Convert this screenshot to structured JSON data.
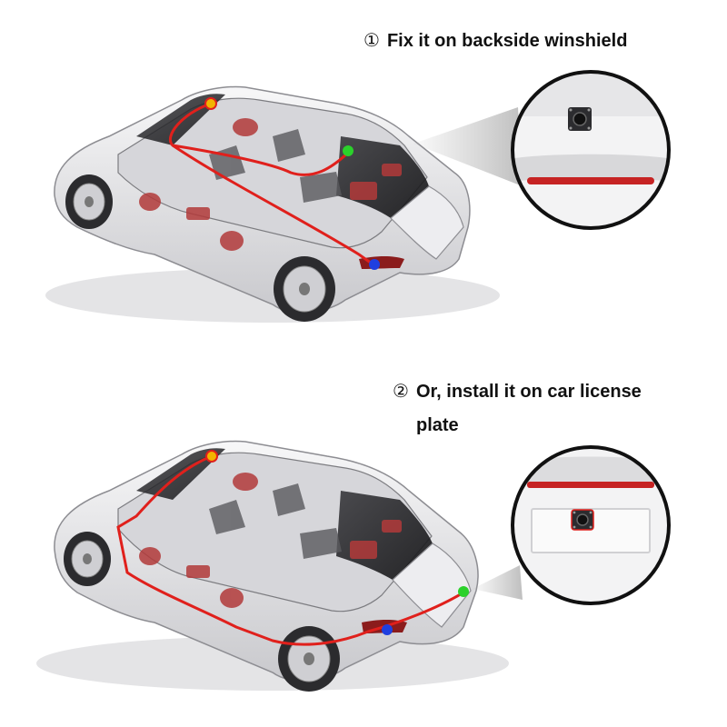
{
  "step1": {
    "number": "①",
    "caption": "Fix it on backside winshield"
  },
  "step2": {
    "number": "②",
    "caption_line1": "Or, install it on car license",
    "caption_line2": "plate"
  },
  "colors": {
    "wire": "#e0201c",
    "marker_front": "#f2b400",
    "marker_camera": "#2bd12b",
    "marker_rear": "#1f3fe0",
    "car_body": "#e9e9eb",
    "car_shadow": "#b9b9bd",
    "interior_red": "#b23a3a"
  },
  "icons": [
    "car-cutaway-illustration",
    "camera-closeup-lens",
    "wire-route",
    "connection-point"
  ]
}
